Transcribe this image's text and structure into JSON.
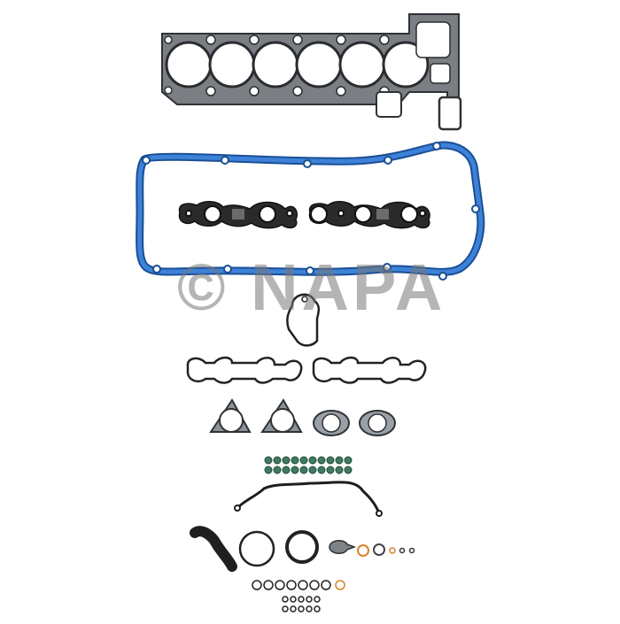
{
  "image": {
    "subject": "gasket-set-product-photo",
    "watermark_text": "© NAPA",
    "background_color": "#ffffff"
  },
  "colors": {
    "steel": "#6f7378",
    "steel_dark": "#3a3d41",
    "valve_cover_blue": "#2f6fc4",
    "valve_cover_edge": "#1b4f95",
    "black_rubber": "#222222",
    "green_seal": "#3f7a62",
    "orange_ring": "#d9822b",
    "watermark_gray": "#8a8a8a"
  },
  "components": [
    "head-gasket",
    "valve-cover-gasket",
    "spark-plug-tube-seals",
    "water-pump-gasket",
    "intake-manifold-gaskets",
    "exhaust-manifold-gaskets",
    "valve-stem-seals",
    "timing-cover-gasket",
    "misc-seals-and-orings"
  ]
}
